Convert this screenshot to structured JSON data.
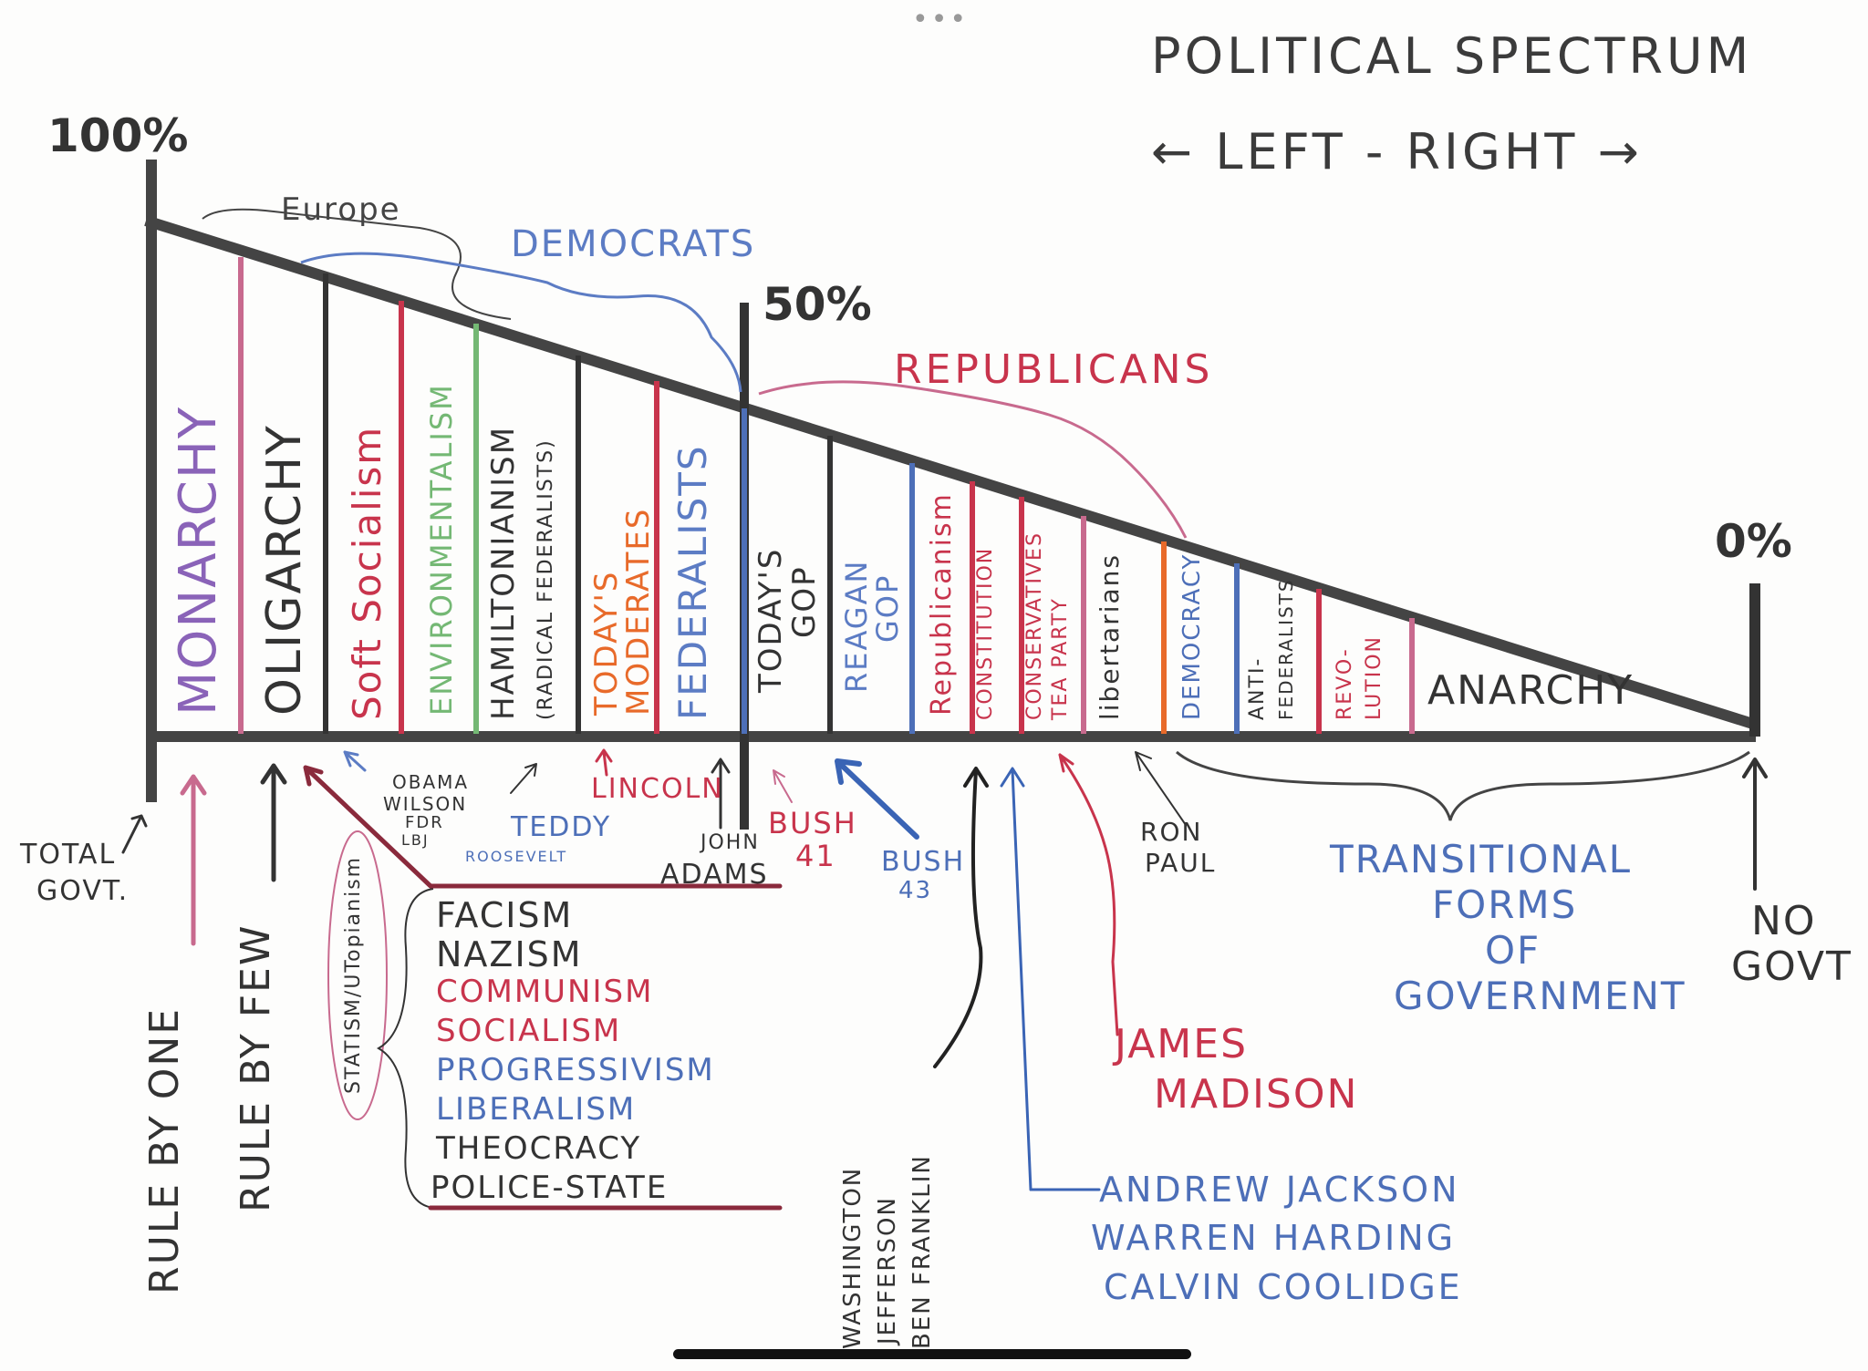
{
  "ui": {
    "menu_dots": "•••"
  },
  "diagram": {
    "title": "POLITICAL SPECTRUM",
    "subtitle": "← LEFT - RIGHT →",
    "pct_100": "100%",
    "pct_50": "50%",
    "pct_0": "0%",
    "brackets": {
      "europe": "Europe",
      "democrats": "DEMOCRATS",
      "republicans": "REPUBLICANS"
    },
    "columns": [
      {
        "label": "MONARCHY",
        "color": "#8a63b8"
      },
      {
        "label": "OLIGARCHY",
        "color": "#333333"
      },
      {
        "label": "Soft Socialism",
        "color": "#c8344c"
      },
      {
        "label": "ENVIRONMENTALISM",
        "color": "#74b874"
      },
      {
        "label": "HAMILTONIANISM",
        "color": "#333333"
      },
      {
        "label": "(RADICAL FEDERALISTS)",
        "color": "#333333"
      },
      {
        "label": "TODAY'S",
        "color": "#e86a2a"
      },
      {
        "label": "MODERATES",
        "color": "#e86a2a"
      },
      {
        "label": "FEDERALISTS",
        "color": "#5c7cc4"
      },
      {
        "label": "TODAY'S",
        "color": "#333333"
      },
      {
        "label": "GOP",
        "color": "#333333"
      },
      {
        "label": "REAGAN",
        "color": "#5c7cc4"
      },
      {
        "label": "GOP",
        "color": "#5c7cc4"
      },
      {
        "label": "Republicanism",
        "color": "#c8344c"
      },
      {
        "label": "CONSTITUTION",
        "color": "#c8344c"
      },
      {
        "label": "CONSERVATIVES",
        "color": "#c8344c"
      },
      {
        "label": "TEA PARTY",
        "color": "#c8344c"
      },
      {
        "label": "libertarians",
        "color": "#333333"
      },
      {
        "label": "DEMOCRACY",
        "color": "#4d6fb8"
      },
      {
        "label": "ANTI-",
        "color": "#333333"
      },
      {
        "label": "FEDERALISTS",
        "color": "#333333"
      },
      {
        "label": "REVO-",
        "color": "#c8344c"
      },
      {
        "label": "LUTION",
        "color": "#c8344c"
      },
      {
        "label": "ANARCHY",
        "color": "#333333"
      }
    ],
    "annotations": {
      "total_govt_1": "TOTAL",
      "total_govt_2": "GOVT.",
      "rule_by_one": "RULE BY ONE",
      "rule_by_few": "RULE BY FEW",
      "statism": "STATISM/UTopianism",
      "obama": "OBAMA",
      "wilson": "WILSON",
      "fdr": "FDR",
      "lbj": "LBJ",
      "teddy": "TEDDY",
      "roosevelt": "ROOSEVELT",
      "lincoln": "LINCOLN",
      "john": "JOHN",
      "adams": "ADAMS",
      "bush41_a": "BUSH",
      "bush41_b": "41",
      "bush43_a": "BUSH",
      "bush43_b": "43",
      "ron": "RON",
      "paul": "PAUL",
      "transitional_1": "TRANSITIONAL",
      "transitional_2": "FORMS",
      "transitional_3": "OF",
      "transitional_4": "GOVERNMENT",
      "no_1": "NO",
      "no_2": "GOVT",
      "james": "JAMES",
      "madison": "MADISON",
      "founders": [
        "WASHINGTON",
        "JEFFERSON",
        "BEN FRANKLIN"
      ],
      "jackson_group": [
        "ANDREW JACKSON",
        "WARREN HARDING",
        "CALVIN COOLIDGE"
      ]
    },
    "ideologies": [
      {
        "label": "FACISM",
        "color": "#333333"
      },
      {
        "label": "NAZISM",
        "color": "#333333"
      },
      {
        "label": "COMMUNISM",
        "color": "#c8344c"
      },
      {
        "label": "SOCIALISM",
        "color": "#c8344c"
      },
      {
        "label": "PROGRESSIVISM",
        "color": "#4d6fb8"
      },
      {
        "label": "LIBERALISM",
        "color": "#4d6fb8"
      },
      {
        "label": "THEOCRACY",
        "color": "#333333"
      },
      {
        "label": "POLICE-STATE",
        "color": "#333333"
      }
    ]
  }
}
